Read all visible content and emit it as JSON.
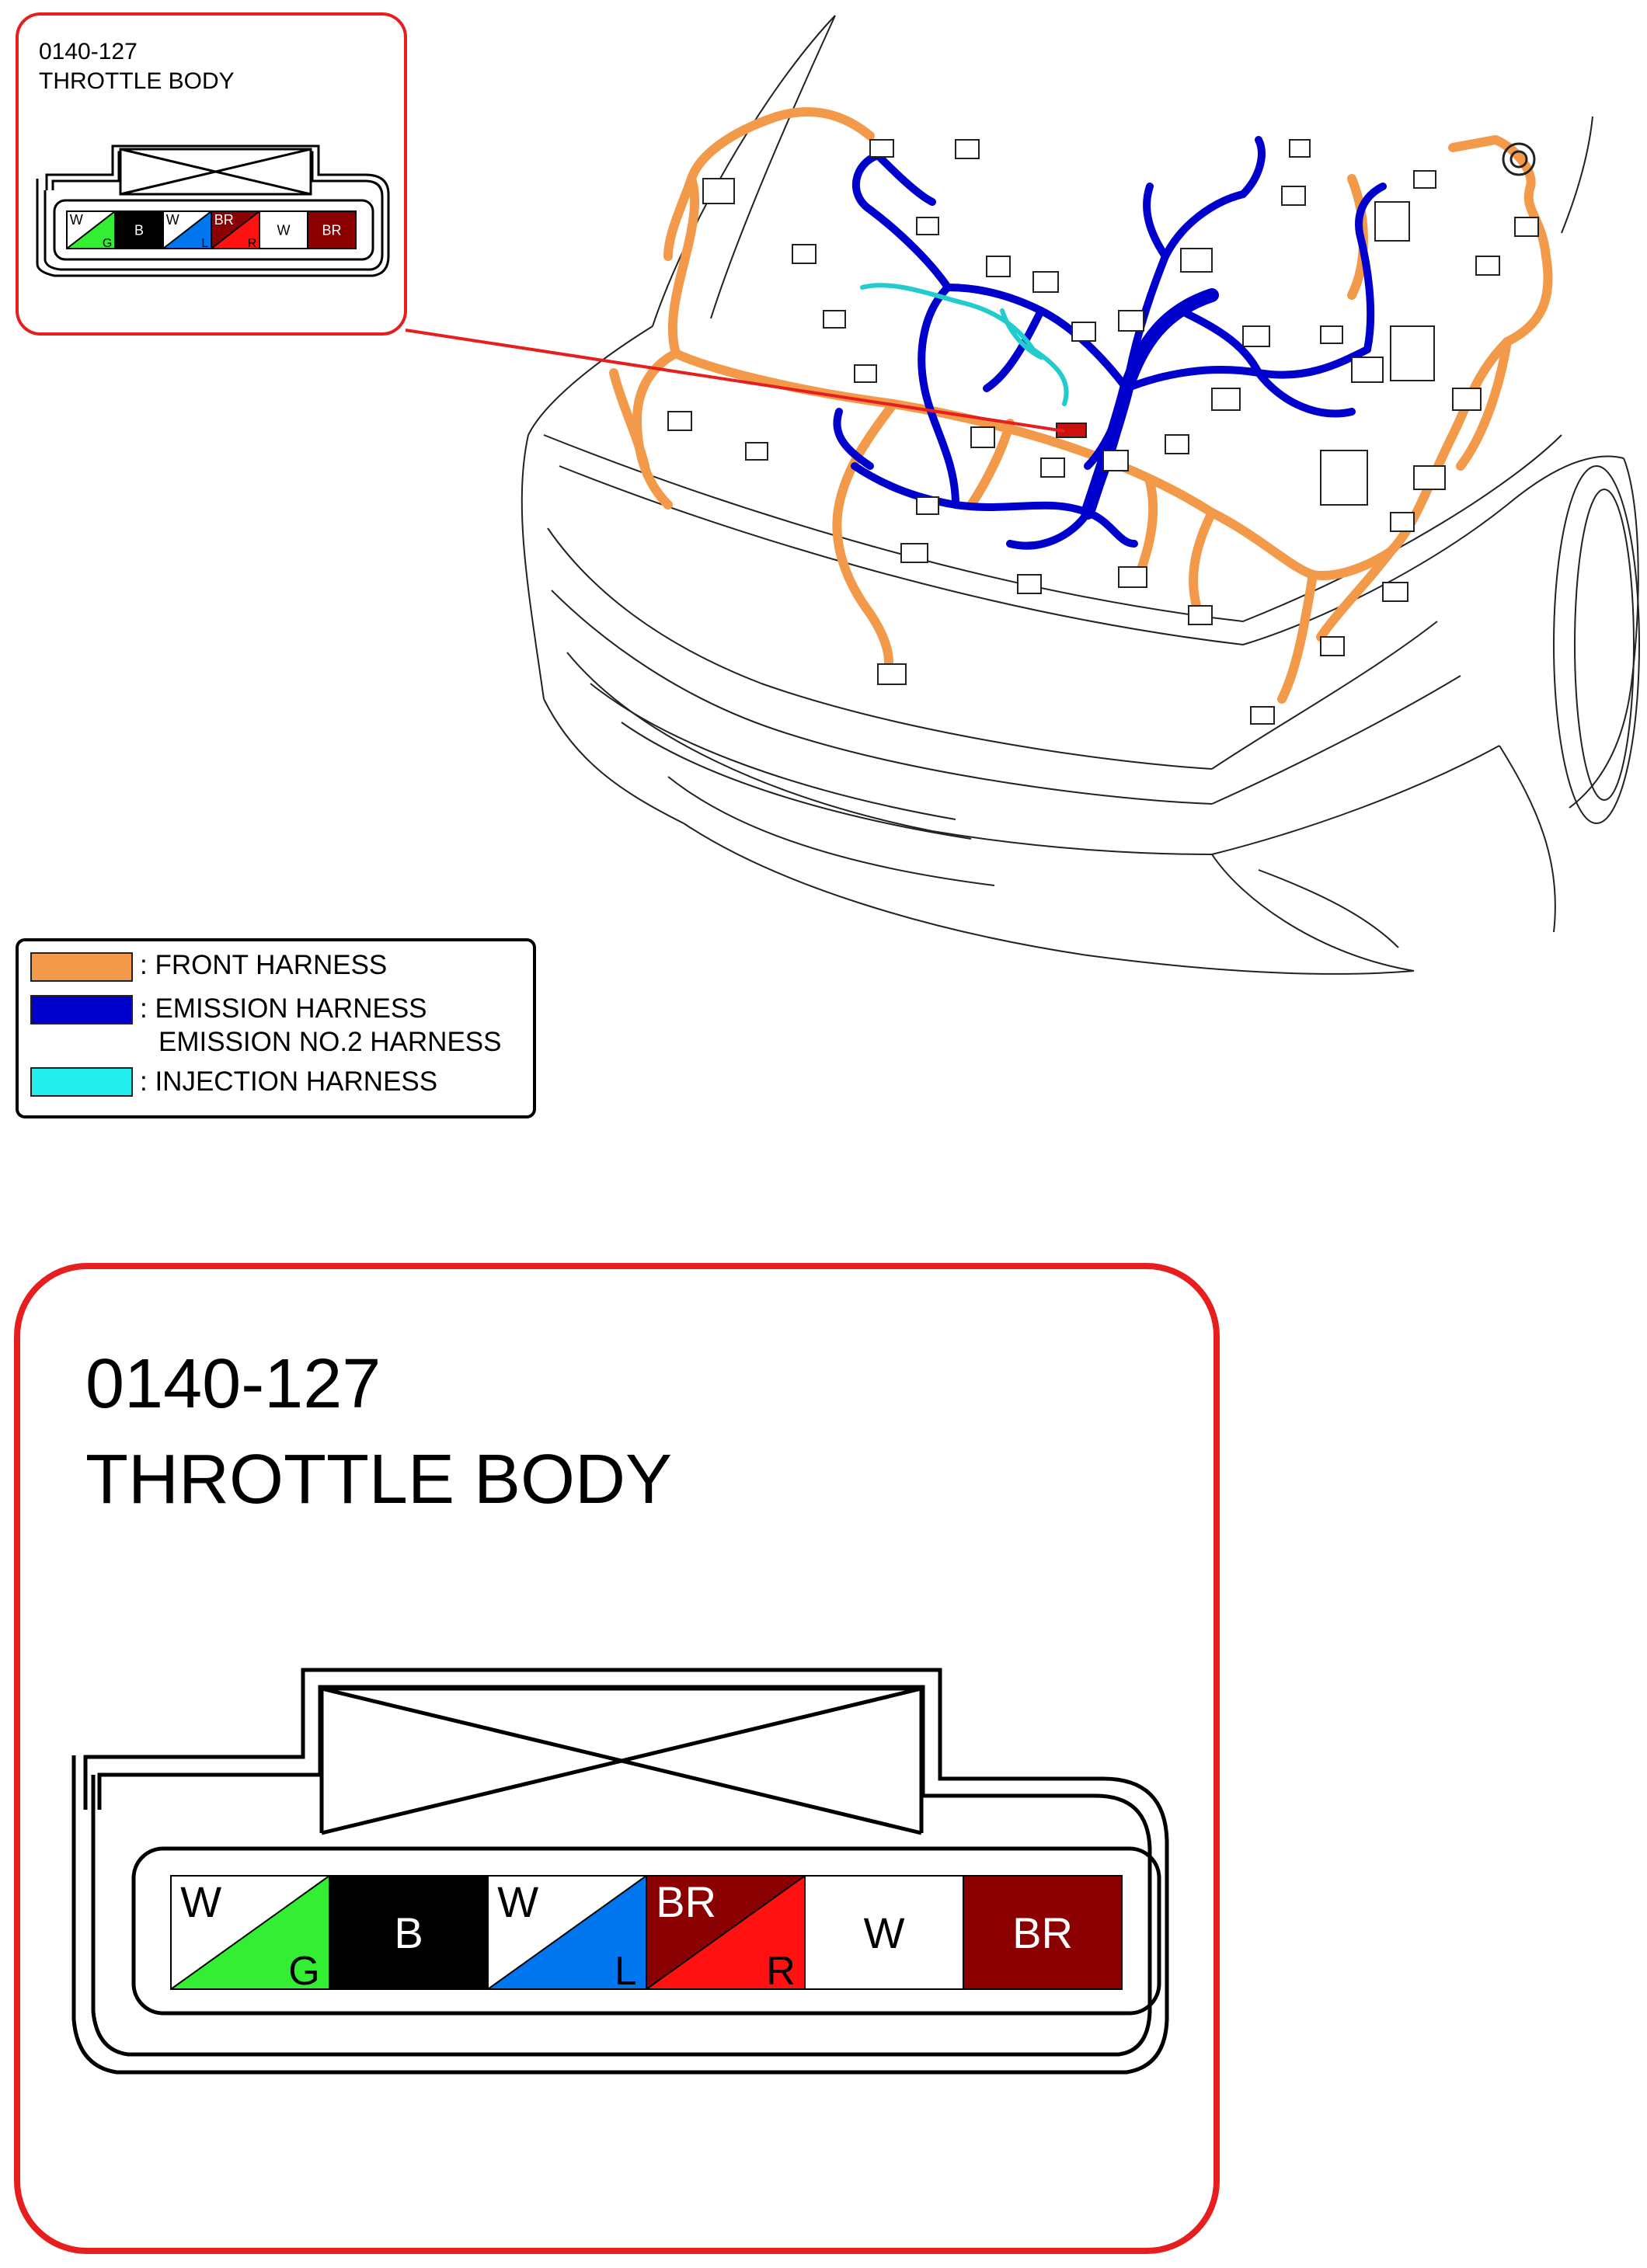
{
  "small_callout": {
    "code": "0140-127",
    "title": "THROTTLE BODY",
    "pins": [
      {
        "top": "W",
        "bottom": "G",
        "top_color": "#ffffff",
        "bottom_color": "#33ee33",
        "split": true
      },
      {
        "top": "B",
        "bottom": "",
        "top_color": "#000000",
        "bottom_color": "#000000",
        "split": false
      },
      {
        "top": "W",
        "bottom": "L",
        "top_color": "#ffffff",
        "bottom_color": "#0077ee",
        "split": true
      },
      {
        "top": "BR",
        "bottom": "R",
        "top_color": "#8b0000",
        "bottom_color": "#ff1111",
        "split": true
      },
      {
        "top": "W",
        "bottom": "",
        "top_color": "#ffffff",
        "bottom_color": "#ffffff",
        "split": false
      },
      {
        "top": "BR",
        "bottom": "",
        "top_color": "#8b0000",
        "bottom_color": "#8b0000",
        "split": false
      }
    ]
  },
  "legend": {
    "items": [
      {
        "label": ": FRONT HARNESS",
        "color": "#f39a4a"
      },
      {
        "label": ": EMISSION HARNESS",
        "label2": "EMISSION NO.2 HARNESS",
        "color": "#0000cc"
      },
      {
        "label": ": INJECTION HARNESS",
        "color": "#22eeee"
      }
    ]
  },
  "large_callout": {
    "code": "0140-127",
    "title": "THROTTLE BODY",
    "pins": [
      {
        "top": "W",
        "bottom": "G",
        "top_color": "#ffffff",
        "bottom_color": "#33ee33",
        "split": true
      },
      {
        "top": "B",
        "bottom": "",
        "top_color": "#000000",
        "bottom_color": "#000000",
        "split": false
      },
      {
        "top": "W",
        "bottom": "L",
        "top_color": "#ffffff",
        "bottom_color": "#0077ee",
        "split": true
      },
      {
        "top": "BR",
        "bottom": "R",
        "top_color": "#8b0000",
        "bottom_color": "#ff1111",
        "split": true
      },
      {
        "top": "W",
        "bottom": "",
        "top_color": "#ffffff",
        "bottom_color": "#ffffff",
        "split": false
      },
      {
        "top": "BR",
        "bottom": "",
        "top_color": "#8b0000",
        "bottom_color": "#8b0000",
        "split": false
      }
    ]
  },
  "colors": {
    "callout_border": "#e61e1e",
    "front_harness": "#f39a4a",
    "emission_harness": "#0000cc",
    "injection_harness": "#22cccc"
  }
}
